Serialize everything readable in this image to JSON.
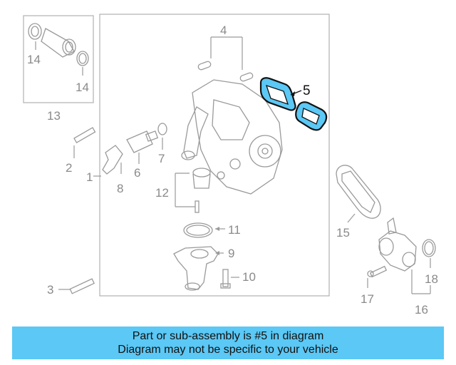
{
  "callouts": {
    "c1": "1",
    "c2": "2",
    "c3": "3",
    "c4": "4",
    "c5": "5",
    "c6": "6",
    "c7": "7",
    "c8": "8",
    "c9": "9",
    "c10": "10",
    "c11": "11",
    "c12": "12",
    "c13": "13",
    "c14a": "14",
    "c14b": "14",
    "c15": "15",
    "c16": "16",
    "c17": "17",
    "c18": "18"
  },
  "highlighted_part": "5",
  "colors": {
    "highlight_fill": "#5bc8f5",
    "highlight_stroke": "#111111",
    "banner_bg": "#5bc8f5"
  },
  "banner": {
    "line1": "Part or sub-assembly is #5 in diagram",
    "line2": "Diagram may not be specific to your vehicle"
  }
}
